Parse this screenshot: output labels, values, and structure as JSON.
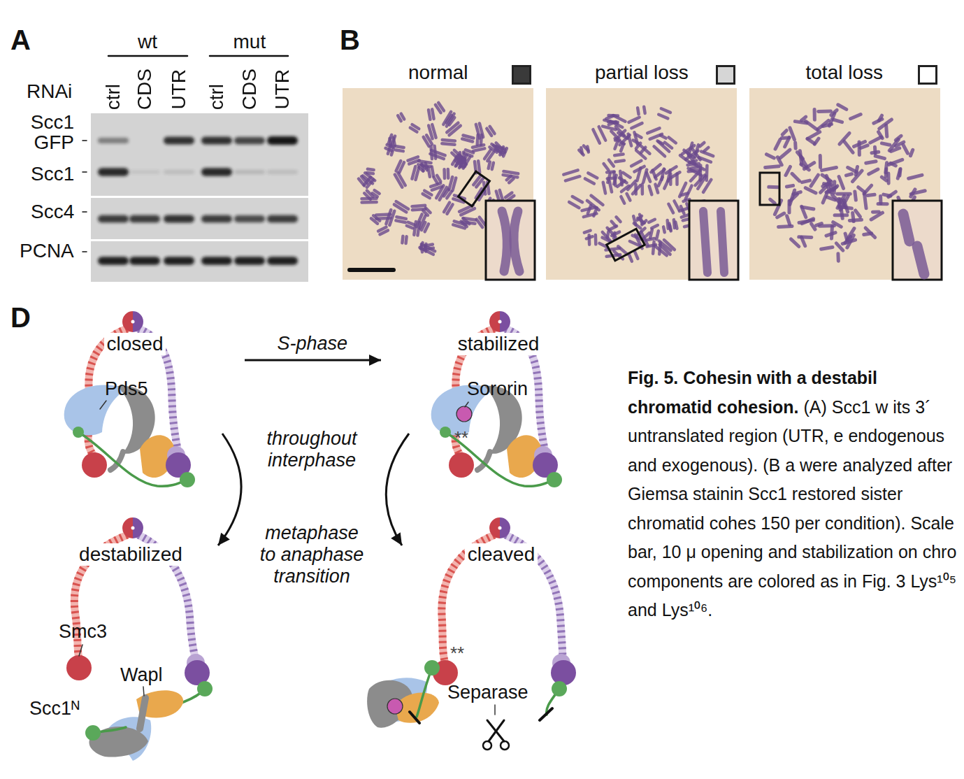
{
  "diagram": {
    "title": "Fig. 5. Cohesin with a destabil chromatid cohesion.",
    "caption": "(A) Scc1 w its 3´ untranslated region (UTR, e endogenous and exogenous). (B a were analyzed after Giemsa stainin Scc1 restored sister chromatid cohes 150 per condition). Scale bar, 10 μ opening and stabilization on chro components are colored as in Fig. 3 Lys¹⁰⁵ and Lys¹⁰⁶.",
    "nodes": [
      {
        "text": [
          "closed"
        ]
      },
      {
        "text": [
          "stabilized"
        ]
      },
      {
        "text": [
          "destabilized"
        ]
      },
      {
        "text": [
          "cleaved"
        ]
      }
    ],
    "edges": [
      {
        "from": 0,
        "to": 1,
        "label": "S-phase",
        "arrow": "to"
      },
      {
        "from": 0,
        "to": 2,
        "label": "throughout interphase",
        "arrow": "to"
      },
      {
        "from": 1,
        "to": 3,
        "label": "metaphase to anaphase transition",
        "arrow": "to"
      }
    ],
    "labels": [
      "A",
      "wt",
      "mut",
      "RNAi",
      "ctrl",
      "CDS",
      "UTR",
      "ctrl",
      "CDS",
      "UTR",
      "Scc1 GFP",
      "Scc1",
      "Scc4",
      "PCNA",
      "B",
      "D",
      "Pds5",
      "Sororin",
      "**",
      "Smc3",
      "Wapl",
      "Scc1ᴺ",
      "**",
      "Separase"
    ],
    "legend": [
      {
        "text": "normal",
        "color": "#3a3a3a"
      },
      {
        "text": "partial loss",
        "color": "#d6d6d6"
      },
      {
        "text": "total loss",
        "color": "#ffffff"
      }
    ]
  }
}
